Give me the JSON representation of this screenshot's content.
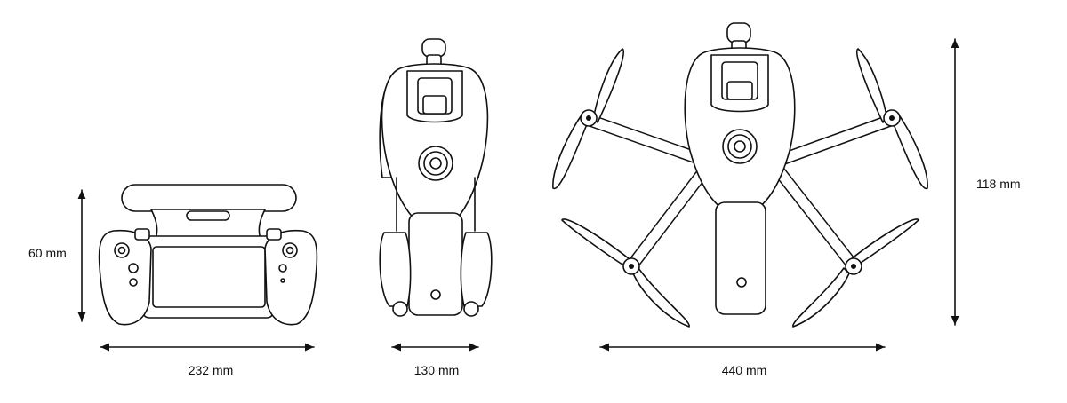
{
  "colors": {
    "ink": "#111111",
    "background": "#ffffff"
  },
  "dimensions": {
    "controller_height": "60 mm",
    "controller_width": "232 mm",
    "folded_width": "130 mm",
    "unfolded_width": "440 mm",
    "unfolded_length": "118 mm"
  }
}
